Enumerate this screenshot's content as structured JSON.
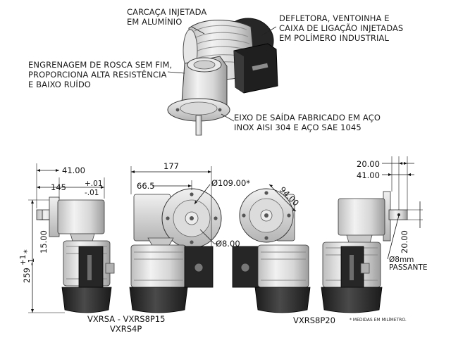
{
  "callouts": {
    "housing": [
      "CARCAÇA INJETADA",
      "EM ALUMÍNIO"
    ],
    "deflector": [
      "DEFLETORA, VENTOINHA E",
      "CAIXA DE LIGAÇÃO INJETADAS",
      "EM POLÍMERO INDUSTRIAL"
    ],
    "gear": [
      "ENGRENAGEM DE ROSCA SEM FIM,",
      "PROPORCIONA ALTA RESISTÊNCIA",
      "E BAIXO RUÍDO"
    ],
    "shaft": [
      "EIXO DE SAÍDA FABRICADO EM AÇO",
      "INOX AISI 304 E AÇO SAE 1045"
    ]
  },
  "dimensions": {
    "d41": "41.00",
    "d145": "145",
    "tol_145_plus": "+.01",
    "tol_145_minus": "-.01",
    "d259": "259",
    "tol_259_plus": "+1",
    "tol_259_minus": "-1",
    "tol_259_mark": "*",
    "d15": "15.00",
    "d177": "177",
    "d665": "66.5",
    "d_bolt": "Ø109.00*",
    "d94": "94.00",
    "d_hole": "Ø8.00",
    "r20_top": "20.00",
    "r41": "41.00",
    "r20_side": "20.00",
    "pin_d": "Ø8mm",
    "pin_note": "PASSANTE"
  },
  "models": {
    "a": "VXRSA - VXRS8P15",
    "b": "VXRS4P",
    "c": "VXRS8P20"
  },
  "note": "* MEDIDAS EM MILÍMETRO.",
  "colors": {
    "aluminum": "#dcdcdc",
    "aluminum_dark": "#a9a9a9",
    "polymer": "#2b2b2b",
    "polymer_light": "#3c3c3c",
    "outline": "#1e1e1e"
  }
}
